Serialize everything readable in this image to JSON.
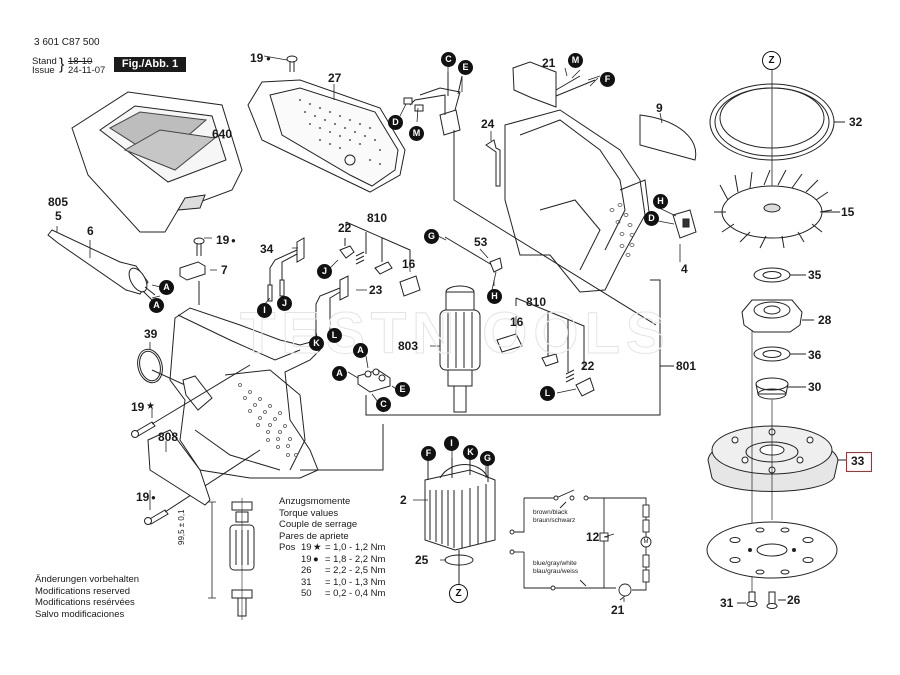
{
  "header": {
    "part_number": "3 601 C87 500",
    "stand_label": "Stand",
    "issue_label": "Issue",
    "stand_value_struck": "18-10",
    "issue_date": "24-11-07",
    "figure_label": "Fig./Abb. 1"
  },
  "watermark": "TESTN OOLS",
  "part_labels": {
    "p19_top": "19",
    "p27": "27",
    "p640": "640",
    "p805": "805",
    "p5": "5",
    "p6": "6",
    "p19_left": "19",
    "p7": "7",
    "p34": "34",
    "p22_left": "22",
    "p810_left": "810",
    "p16_left": "16",
    "p23": "23",
    "p803": "803",
    "p53": "53",
    "p39": "39",
    "p19_star": "19",
    "p808": "808",
    "p19_bottom": "19",
    "p21_top": "21",
    "p24": "24",
    "p9": "9",
    "p4": "4",
    "p810_right": "810",
    "p16_right": "16",
    "p22_right": "22",
    "p801": "801",
    "p2": "2",
    "p25": "25",
    "p12": "12",
    "p21_bottom": "21",
    "p32": "32",
    "p15": "15",
    "p35": "35",
    "p28": "28",
    "p36": "36",
    "p30": "30",
    "p33": "33",
    "p31": "31",
    "p26": "26"
  },
  "connector_badges": {
    "C_top": "C",
    "E_top": "E",
    "D_top": "D",
    "M_top": "M",
    "M_switch": "M",
    "F_switch": "F",
    "H_right": "H",
    "D_right": "D",
    "A_cord1": "A",
    "A_cord2": "A",
    "J_clip": "J",
    "I_brush": "I",
    "J_brush": "J",
    "K_brush": "K",
    "L_brush": "L",
    "G_wire": "G",
    "H_wire": "H",
    "L_right": "L",
    "A_term1": "A",
    "A_term2": "A",
    "E_term": "E",
    "C_term": "C",
    "F_stator": "F",
    "I_stator": "I",
    "K_stator": "K",
    "G_stator": "G"
  },
  "z_markers": {
    "top": "Z",
    "bottom": "Z"
  },
  "highlighted_part": "33",
  "torque_table": {
    "title_lines": [
      "Anzugsmomente",
      "Torque values",
      "Couple de serrage",
      "Pares de apriete"
    ],
    "pos_prefix": "Pos",
    "rows": [
      {
        "pos": "19",
        "symbol": "★",
        "value": "= 1,0 - 1,2 Nm"
      },
      {
        "pos": "19",
        "symbol": "●",
        "value": "= 1,8 - 2,2 Nm"
      },
      {
        "pos": "26",
        "symbol": "",
        "value": "= 2,2 - 2,5 Nm"
      },
      {
        "pos": "31",
        "symbol": "",
        "value": "= 1,0 - 1,3 Nm"
      },
      {
        "pos": "50",
        "symbol": "",
        "value": "= 0,2 - 0,4 Nm"
      }
    ]
  },
  "dimension_label": "99,5 ± 0,1",
  "disclaimer": [
    "Änderungen vorbehalten",
    "Modifications reserved",
    "Modifications resérvées",
    "Salvo modificaciones"
  ],
  "wiring": {
    "brown_black_en": "brown/black",
    "brown_black_de": "braun/schwarz",
    "blue_gray_en": "blue/gray/white",
    "blue_gray_de": "blau/grau/weiss",
    "motor_symbol": "M"
  },
  "symbols": {
    "dot": "●",
    "star": "★"
  }
}
